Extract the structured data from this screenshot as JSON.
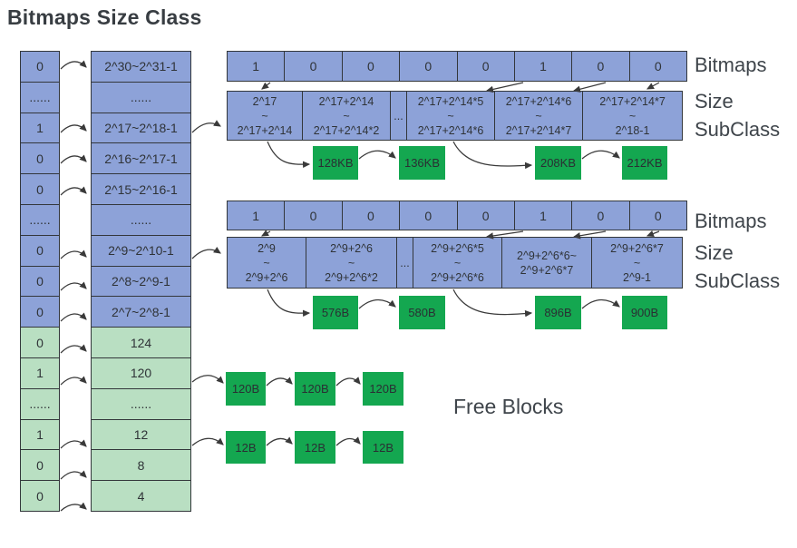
{
  "title": "Bitmaps Size Class",
  "colors": {
    "cell_blue": "#8da2d8",
    "cell_green_light": "#b9dfc2",
    "block_green": "#14a750",
    "border": "#33373b",
    "arrow": "#3a3a3a"
  },
  "size_class_table": {
    "bits": [
      "0",
      "......",
      "1",
      "0",
      "0",
      "......",
      "0",
      "0",
      "0",
      "0",
      "1",
      "......",
      "1",
      "0",
      "0"
    ],
    "ranges": [
      "2^30~2^31-1",
      "......",
      "2^17~2^18-1",
      "2^16~2^17-1",
      "2^15~2^16-1",
      "......",
      "2^9~2^10-1",
      "2^8~2^9-1",
      "2^7~2^8-1",
      "124",
      "120",
      "......",
      "12",
      "8",
      "4"
    ]
  },
  "group1": {
    "bitmaps_label": "Bitmaps",
    "size_label": "Size",
    "subclass_label": "SubClass",
    "bits": [
      "1",
      "0",
      "0",
      "0",
      "0",
      "1",
      "0",
      "0"
    ],
    "subclass": [
      {
        "lines": [
          "2^17",
          "~",
          "2^17+2^14"
        ]
      },
      {
        "lines": [
          "2^17+2^14",
          "~",
          "2^17+2^14*2"
        ]
      },
      {
        "lines": [
          "..."
        ]
      },
      {
        "lines": [
          "2^17+2^14*5",
          "~",
          "2^17+2^14*6"
        ]
      },
      {
        "lines": [
          "2^17+2^14*6",
          "~",
          "2^17+2^14*7"
        ]
      },
      {
        "lines": [
          "2^17+2^14*7",
          "~",
          "2^18-1"
        ]
      }
    ],
    "blocks": [
      "128KB",
      "136KB",
      "208KB",
      "212KB"
    ]
  },
  "group2": {
    "bitmaps_label": "Bitmaps",
    "size_label": "Size",
    "subclass_label": "SubClass",
    "bits": [
      "1",
      "0",
      "0",
      "0",
      "0",
      "1",
      "0",
      "0"
    ],
    "subclass": [
      {
        "lines": [
          "2^9",
          "~",
          "2^9+2^6"
        ]
      },
      {
        "lines": [
          "2^9+2^6",
          "~",
          "2^9+2^6*2"
        ]
      },
      {
        "lines": [
          "..."
        ]
      },
      {
        "lines": [
          "2^9+2^6*5",
          "~",
          "2^9+2^6*6"
        ]
      },
      {
        "lines": [
          "2^9+2^6*6~",
          "2^9+2^6*7"
        ]
      },
      {
        "lines": [
          "2^9+2^6*7",
          "~",
          "2^9-1"
        ]
      }
    ],
    "blocks": [
      "576B",
      "580B",
      "896B",
      "900B"
    ]
  },
  "free_blocks": {
    "label": "Free Blocks",
    "row1": [
      "120B",
      "120B",
      "120B"
    ],
    "row2": [
      "12B",
      "12B",
      "12B"
    ]
  }
}
